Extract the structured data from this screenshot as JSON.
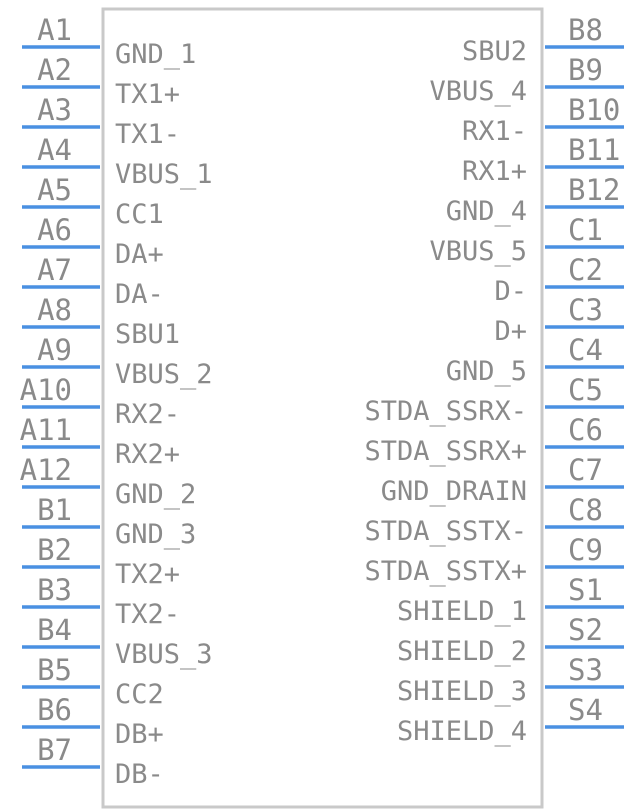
{
  "component": {
    "left_pins": [
      {
        "number": "A1",
        "name": "GND_1"
      },
      {
        "number": "A2",
        "name": "TX1+"
      },
      {
        "number": "A3",
        "name": "TX1-"
      },
      {
        "number": "A4",
        "name": "VBUS_1"
      },
      {
        "number": "A5",
        "name": "CC1"
      },
      {
        "number": "A6",
        "name": "DA+"
      },
      {
        "number": "A7",
        "name": "DA-"
      },
      {
        "number": "A8",
        "name": "SBU1"
      },
      {
        "number": "A9",
        "name": "VBUS_2"
      },
      {
        "number": "A10",
        "name": "RX2-"
      },
      {
        "number": "A11",
        "name": "RX2+"
      },
      {
        "number": "A12",
        "name": "GND_2"
      },
      {
        "number": "B1",
        "name": "GND_3"
      },
      {
        "number": "B2",
        "name": "TX2+"
      },
      {
        "number": "B3",
        "name": "TX2-"
      },
      {
        "number": "B4",
        "name": "VBUS_3"
      },
      {
        "number": "B5",
        "name": "CC2"
      },
      {
        "number": "B6",
        "name": "DB+"
      },
      {
        "number": "B7",
        "name": "DB-"
      }
    ],
    "right_pins": [
      {
        "number": "B8",
        "name": "SBU2"
      },
      {
        "number": "B9",
        "name": "VBUS_4"
      },
      {
        "number": "B10",
        "name": "RX1-"
      },
      {
        "number": "B11",
        "name": "RX1+"
      },
      {
        "number": "B12",
        "name": "GND_4"
      },
      {
        "number": "C1",
        "name": "VBUS_5"
      },
      {
        "number": "C2",
        "name": "D-"
      },
      {
        "number": "C3",
        "name": "D+"
      },
      {
        "number": "C4",
        "name": "GND_5"
      },
      {
        "number": "C5",
        "name": "STDA_SSRX-"
      },
      {
        "number": "C6",
        "name": "STDA_SSRX+"
      },
      {
        "number": "C7",
        "name": "GND_DRAIN"
      },
      {
        "number": "C8",
        "name": "STDA_SSTX-"
      },
      {
        "number": "C9",
        "name": "STDA_SSTX+"
      },
      {
        "number": "S1",
        "name": "SHIELD_1"
      },
      {
        "number": "S2",
        "name": "SHIELD_2"
      },
      {
        "number": "S3",
        "name": "SHIELD_3"
      },
      {
        "number": "S4",
        "name": "SHIELD_4"
      }
    ]
  },
  "colors": {
    "pin_line": "#4a90e2",
    "text": "#8a8a8a",
    "body_outline": "#c9c9c9"
  }
}
